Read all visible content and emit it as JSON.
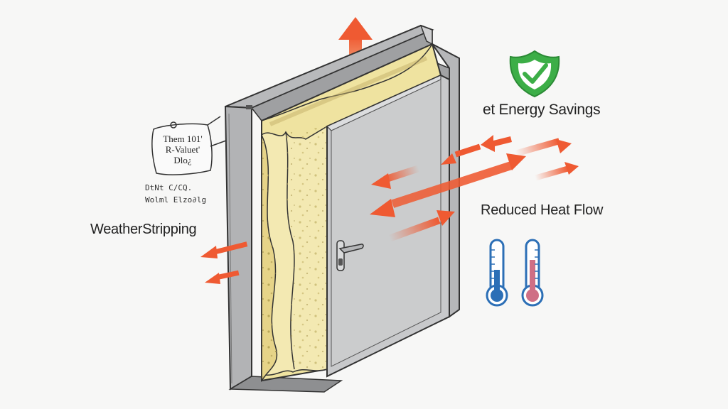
{
  "labels": {
    "energy_savings": "et Energy Savings",
    "reduced_heat_flow": "Reduced Heat Flow",
    "weatherstripping": "WeatherStripping"
  },
  "note": {
    "line1": "Them 101'",
    "line2": "R-Valuet'",
    "line3": "Dlo¿"
  },
  "scribble": {
    "line1": "DtNt C/CQ.",
    "line2": "Wolml Elzo∂lg"
  },
  "colors": {
    "arrow": "#ef5a32",
    "shield": "#3cae47",
    "cold": "#2c6fb6",
    "hot": "#cf6f85",
    "insulation": "#f1e6a6",
    "door": "#c9cacb",
    "frame": "#a7a8aa"
  },
  "icons": [
    "shield-check-icon",
    "cold-thermometer-icon",
    "hot-thermometer-icon",
    "door-handle-icon"
  ]
}
